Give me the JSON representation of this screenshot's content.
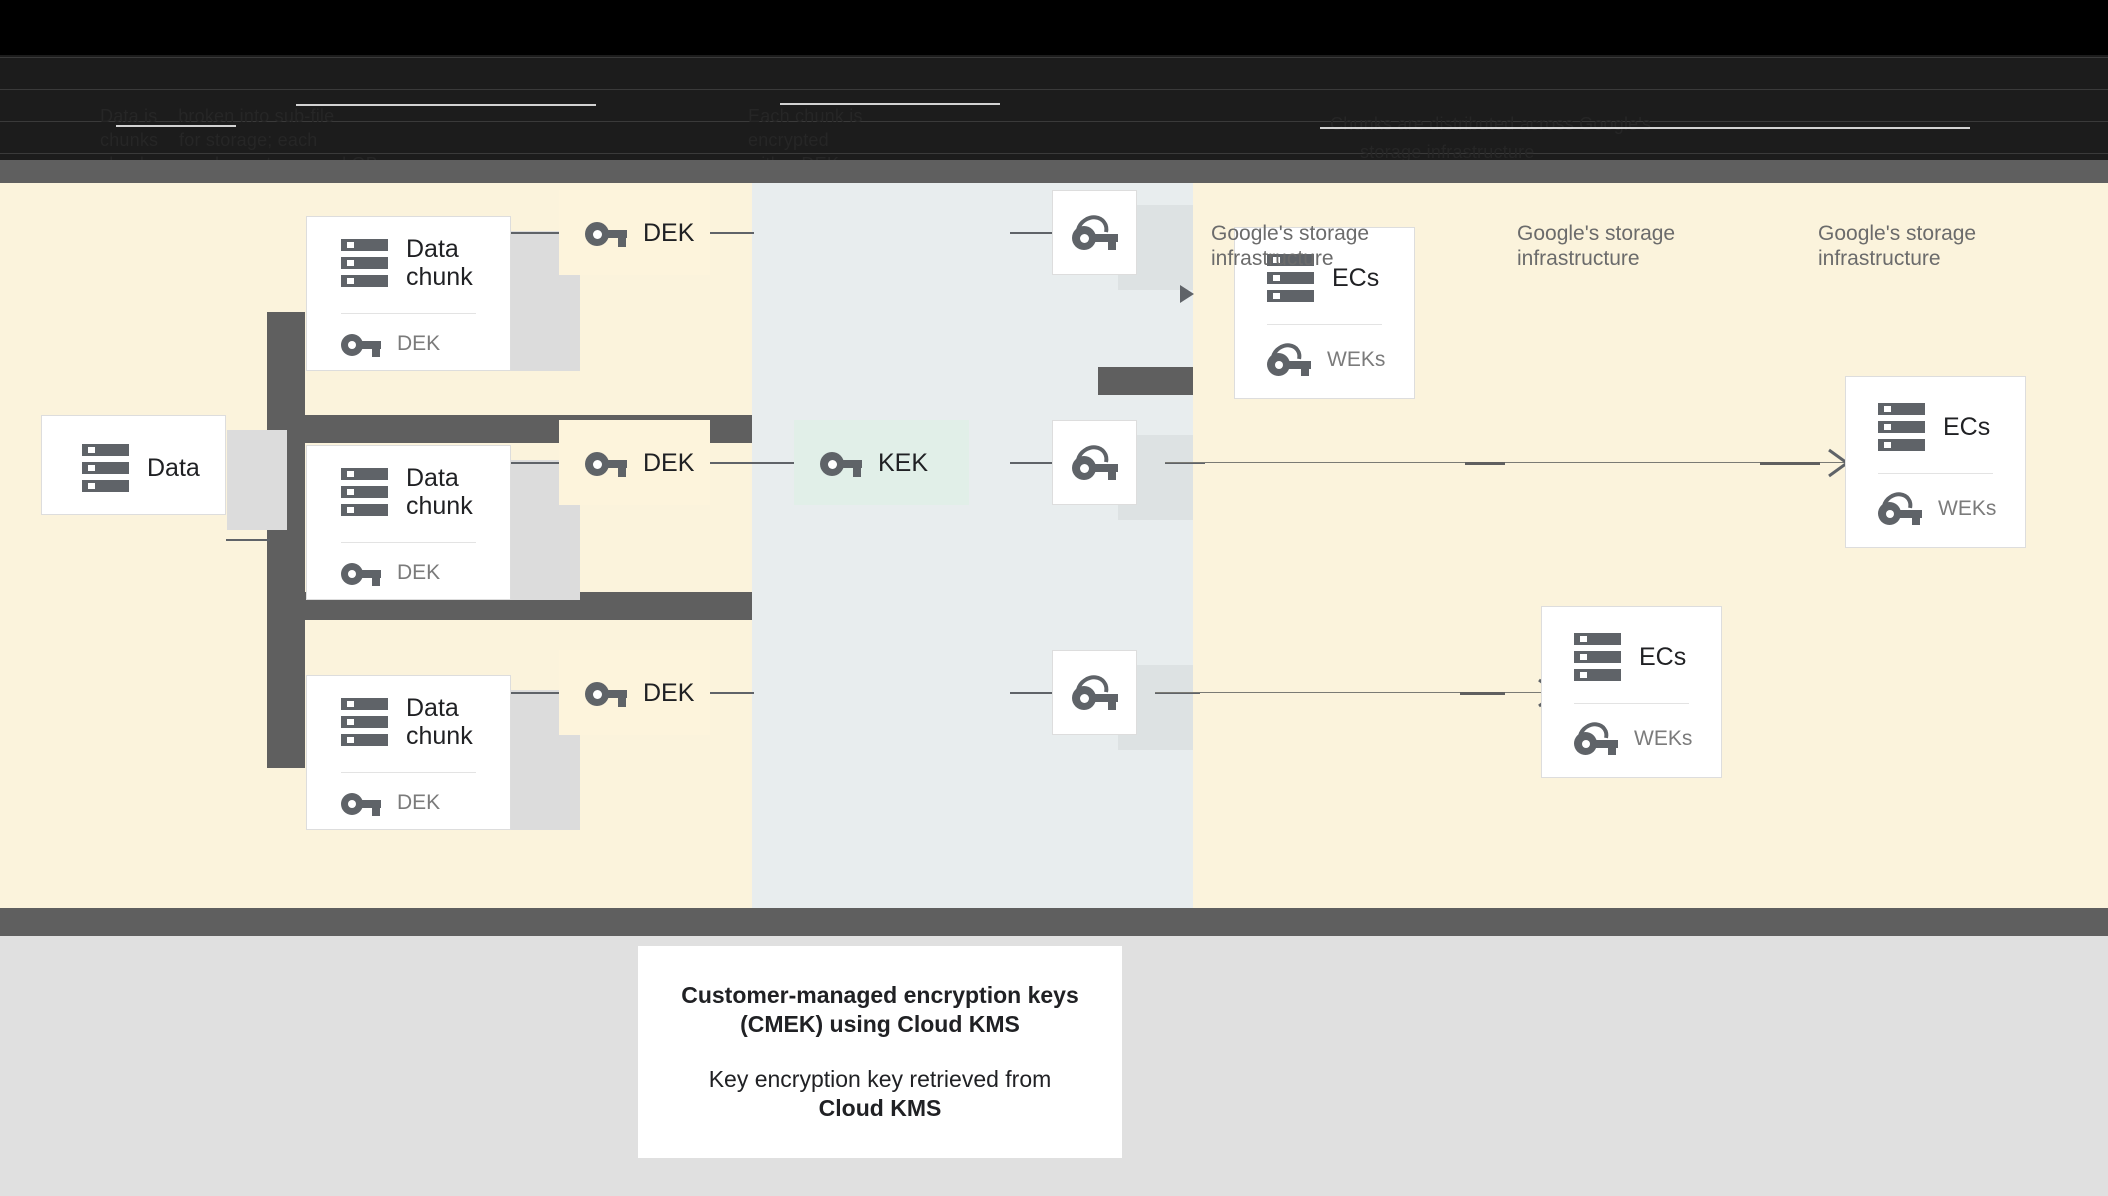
{
  "header": {
    "obscured": true,
    "note": "dark band with illegible dark-on-dark text",
    "lines": [
      "Data is    broken into sub-file",
      "chunks    for storage; each",
      "chunk      can be up to several GB",
      "Each chunk is",
      "encrypted",
      "with a DEK",
      "Chunks are distributed across Google's",
      "storage infrastructure"
    ]
  },
  "diagram": {
    "source": {
      "label": "Data",
      "icon": "storage-stack-icon"
    },
    "chunks": [
      {
        "title": "Data\nchunk",
        "key_label": "DEK",
        "icon": "storage-stack-icon",
        "key_icon": "key-icon"
      },
      {
        "title": "Data\nchunk",
        "key_label": "DEK",
        "icon": "storage-stack-icon",
        "key_icon": "key-icon"
      },
      {
        "title": "Data\nchunk",
        "key_label": "DEK",
        "icon": "storage-stack-icon",
        "key_icon": "key-icon"
      }
    ],
    "dek_boxes": [
      {
        "label": "DEK",
        "icon": "key-icon"
      },
      {
        "label": "DEK",
        "icon": "key-icon"
      },
      {
        "label": "DEK",
        "icon": "key-icon"
      }
    ],
    "kek_box": {
      "label": "KEK",
      "icon": "key-icon"
    },
    "wek_boxes": [
      {
        "icon": "double-key-icon"
      },
      {
        "icon": "double-key-icon"
      },
      {
        "icon": "double-key-icon"
      }
    ],
    "infra_labels": [
      "Google's storage\ninfrastructure",
      "Google's storage\ninfrastructure",
      "Google's storage\ninfrastructure"
    ],
    "ec_cards": [
      {
        "title": "ECs",
        "key_label": "WEKs",
        "icon": "storage-stack-icon",
        "key_icon": "double-key-icon"
      },
      {
        "title": "ECs",
        "key_label": "WEKs",
        "icon": "storage-stack-icon",
        "key_icon": "double-key-icon"
      },
      {
        "title": "ECs",
        "key_label": "WEKs",
        "icon": "storage-stack-icon",
        "key_icon": "double-key-icon"
      }
    ]
  },
  "caption": {
    "title_line1": "Customer-managed encryption keys",
    "title_line2": "(CMEK) using Cloud KMS",
    "body_line1": "Key encryption key retrieved from",
    "body_line2": "Cloud KMS"
  },
  "colors": {
    "cream": "#fbf3dc",
    "blue_gray": "#e8edee",
    "dek_fill": "#fdf4dc",
    "kek_fill": "#e1efe8",
    "connector": "#5f5f5f",
    "icon": "#5f6368",
    "footer_bg": "#e0e0e0"
  }
}
